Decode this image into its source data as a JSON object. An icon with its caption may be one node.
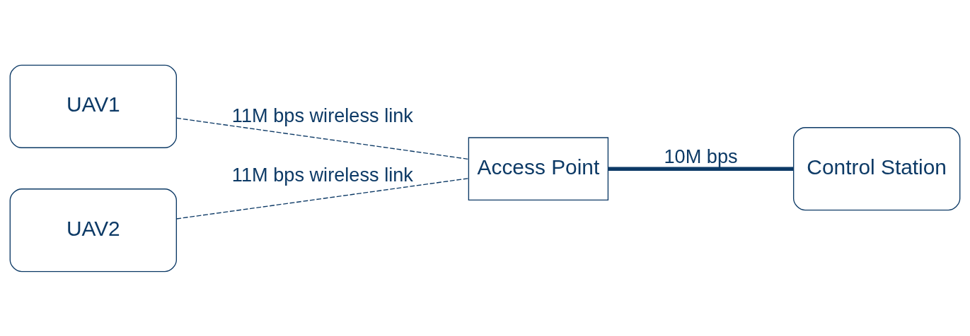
{
  "diagram": {
    "nodes": [
      {
        "text": [
          "UAV1"
        ]
      },
      {
        "text": [
          "UAV2"
        ]
      },
      {
        "text": [
          "Access Point"
        ]
      },
      {
        "text": [
          "Control Station"
        ]
      }
    ],
    "edges": [
      {
        "from": 0,
        "to": 2,
        "arrow": "none",
        "style": "dashed",
        "label": "11M bps wireless link"
      },
      {
        "from": 1,
        "to": 2,
        "arrow": "none",
        "style": "dashed",
        "label": "11M bps wireless link"
      },
      {
        "from": 2,
        "to": 3,
        "arrow": "none",
        "style": "thick",
        "label": "10M bps"
      }
    ]
  }
}
